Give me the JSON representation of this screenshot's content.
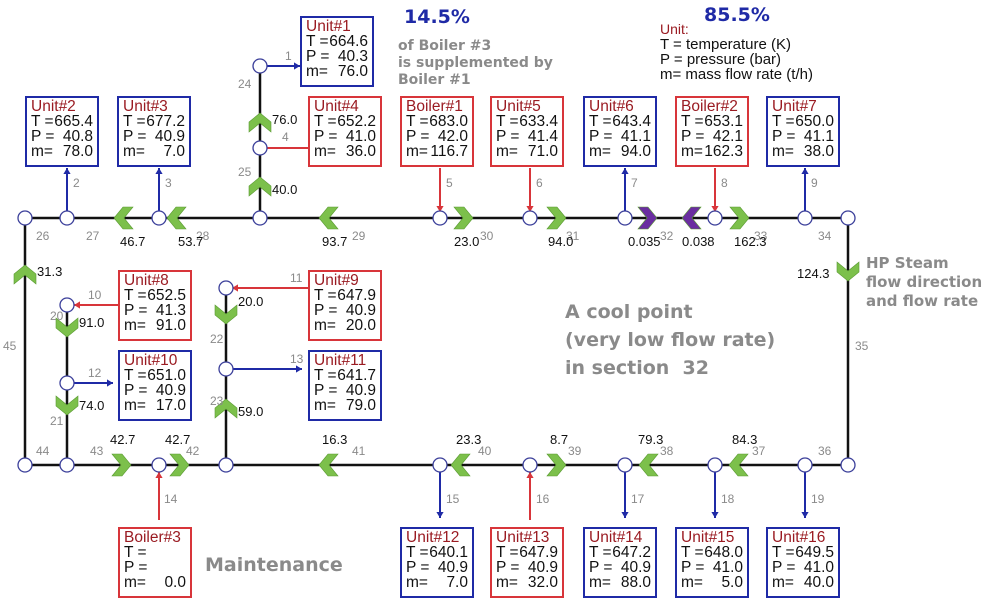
{
  "annotations": {
    "pct_boiler1": "14.5%",
    "pct_boiler2": "85.5%",
    "supplement_note": [
      "of Boiler #3",
      "is supplemented by",
      "Boiler #1"
    ],
    "cool_point_note": [
      "A cool point",
      "(very low flow rate)",
      "in section  32"
    ],
    "flow_note": [
      "HP Steam",
      "flow direction",
      "and flow rate"
    ],
    "maintenance_note": "Maintenance"
  },
  "legend": {
    "title": "Unit:",
    "lines": [
      "T = temperature (K)",
      "P = pressure (bar)",
      "m= mass flow rate (t/h)"
    ]
  },
  "colors": {
    "boiler_or_source": "#d8353a",
    "consumer": "#1f2aa6",
    "flow_arrow": "#7cc04b",
    "low_flow_arrow": "#6a2ea0",
    "pipe": "#111111",
    "label_gray": "#8a8a8a"
  },
  "units": [
    {
      "id": "unit1",
      "name": "Unit#1",
      "T": "664.6",
      "P": "40.3",
      "m": "76.0",
      "kind": "consumer"
    },
    {
      "id": "unit2",
      "name": "Unit#2",
      "T": "665.4",
      "P": "40.8",
      "m": "78.0",
      "kind": "consumer"
    },
    {
      "id": "unit3",
      "name": "Unit#3",
      "T": "677.2",
      "P": "40.9",
      "m": "7.0",
      "kind": "consumer"
    },
    {
      "id": "unit4",
      "name": "Unit#4",
      "T": "652.2",
      "P": "41.0",
      "m": "36.0",
      "kind": "source"
    },
    {
      "id": "boiler1",
      "name": "Boiler#1",
      "T": "683.0",
      "P": "42.0",
      "m": "116.7",
      "kind": "source"
    },
    {
      "id": "unit5",
      "name": "Unit#5",
      "T": "633.4",
      "P": "41.4",
      "m": "71.0",
      "kind": "source"
    },
    {
      "id": "unit6",
      "name": "Unit#6",
      "T": "643.4",
      "P": "41.1",
      "m": "94.0",
      "kind": "consumer"
    },
    {
      "id": "boiler2",
      "name": "Boiler#2",
      "T": "653.1",
      "P": "42.1",
      "m": "162.3",
      "kind": "source"
    },
    {
      "id": "unit7",
      "name": "Unit#7",
      "T": "650.0",
      "P": "41.1",
      "m": "38.0",
      "kind": "consumer"
    },
    {
      "id": "unit8",
      "name": "Unit#8",
      "T": "652.5",
      "P": "41.3",
      "m": "91.0",
      "kind": "source"
    },
    {
      "id": "unit9",
      "name": "Unit#9",
      "T": "647.9",
      "P": "40.9",
      "m": "20.0",
      "kind": "source"
    },
    {
      "id": "unit10",
      "name": "Unit#10",
      "T": "651.0",
      "P": "40.9",
      "m": "17.0",
      "kind": "consumer"
    },
    {
      "id": "unit11",
      "name": "Unit#11",
      "T": "641.7",
      "P": "40.9",
      "m": "79.0",
      "kind": "consumer"
    },
    {
      "id": "boiler3",
      "name": "Boiler#3",
      "T": "",
      "P": "",
      "m": "0.0",
      "kind": "source"
    },
    {
      "id": "unit12",
      "name": "Unit#12",
      "T": "640.1",
      "P": "40.9",
      "m": "7.0",
      "kind": "consumer"
    },
    {
      "id": "unit13",
      "name": "Unit#13",
      "T": "647.9",
      "P": "40.9",
      "m": "32.0",
      "kind": "source"
    },
    {
      "id": "unit14",
      "name": "Unit#14",
      "T": "647.2",
      "P": "40.9",
      "m": "88.0",
      "kind": "consumer"
    },
    {
      "id": "unit15",
      "name": "Unit#15",
      "T": "648.0",
      "P": "41.0",
      "m": "5.0",
      "kind": "consumer"
    },
    {
      "id": "unit16",
      "name": "Unit#16",
      "T": "649.5",
      "P": "41.0",
      "m": "40.0",
      "kind": "consumer"
    }
  ],
  "branch_labels": [
    "1",
    "2",
    "3",
    "4",
    "5",
    "6",
    "7",
    "8",
    "9",
    "10",
    "11",
    "12",
    "13",
    "14",
    "15",
    "16",
    "17",
    "18",
    "19"
  ],
  "sections": [
    {
      "id": "20",
      "flow": "91.0",
      "dir": "down"
    },
    {
      "id": "21",
      "flow": "74.0",
      "dir": "down"
    },
    {
      "id": "22",
      "flow": "20.0",
      "dir": "down"
    },
    {
      "id": "23",
      "flow": "59.0",
      "dir": "up"
    },
    {
      "id": "24",
      "flow": "76.0",
      "dir": "up"
    },
    {
      "id": "25",
      "flow": "40.0",
      "dir": "up"
    },
    {
      "id": "26",
      "flow": "",
      "dir": ""
    },
    {
      "id": "27",
      "flow": "46.7",
      "dir": "left"
    },
    {
      "id": "28",
      "flow": "53.7",
      "dir": "left"
    },
    {
      "id": "29",
      "flow": "93.7",
      "dir": "left"
    },
    {
      "id": "30",
      "flow": "23.0",
      "dir": "right"
    },
    {
      "id": "31",
      "flow": "94.0",
      "dir": "right"
    },
    {
      "id": "32a",
      "label": "32",
      "flow": "0.035",
      "dir": "right",
      "low": true
    },
    {
      "id": "32b",
      "label": "",
      "flow": "0.038",
      "dir": "left",
      "low": true
    },
    {
      "id": "33",
      "flow": "162.3",
      "dir": "right"
    },
    {
      "id": "34",
      "flow": "",
      "dir": ""
    },
    {
      "id": "35",
      "flow": "124.3",
      "dir": "down"
    },
    {
      "id": "36",
      "flow": "",
      "dir": ""
    },
    {
      "id": "37",
      "flow": "84.3",
      "dir": "left"
    },
    {
      "id": "38",
      "flow": "79.3",
      "dir": "left"
    },
    {
      "id": "39",
      "flow": "8.7",
      "dir": "right"
    },
    {
      "id": "40",
      "flow": "23.3",
      "dir": "left"
    },
    {
      "id": "41",
      "flow": "16.3",
      "dir": "left"
    },
    {
      "id": "42",
      "flow": "42.7",
      "dir": "right"
    },
    {
      "id": "43",
      "flow": "42.7",
      "dir": "right"
    },
    {
      "id": "44",
      "flow": "",
      "dir": ""
    },
    {
      "id": "45",
      "flow": "31.3",
      "dir": "up"
    }
  ]
}
